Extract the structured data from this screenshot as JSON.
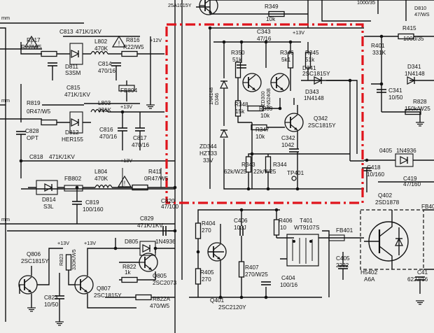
{
  "diagram": {
    "highlight_color": "#e0141c",
    "components": {
      "q_top": "25A1015Y",
      "r349": "R349",
      "r349_val": "10k",
      "r415": "R415",
      "r415_val": "1000/35",
      "d810": "D810",
      "d810_val": "47/WS",
      "r817": "R817",
      "r817_val": "R22/W5",
      "c813": "C813",
      "c813_val": "471K/1KV",
      "r816": "R816",
      "r816_val": "R22/W5",
      "r816_v": "+12V",
      "d811": "D811",
      "d811_val": "S3SM",
      "l802": "L802",
      "l802_val": "470K",
      "c814": "C814",
      "c814_val": "470/16",
      "fb804": "FB804",
      "c815": "C815",
      "c815_val": "471K/1KV",
      "r819": "R819",
      "r819_val": "0R47/W5",
      "d812": "D812",
      "d812_val": "HER155",
      "l803": "L803",
      "l803_val": "331K",
      "l803_v": "+13V",
      "c816": "C816",
      "c816_val": "470/16",
      "c817": "C817",
      "c817_val": "470/16",
      "c828": "C828",
      "c828_val": "OPT",
      "c818": "C818",
      "c818_val": "471K/1KV",
      "d814": "D814",
      "d814_val": "S3L",
      "fb802": "FB802",
      "l804": "L804",
      "l804_val": "470K",
      "l804_v": "+13V",
      "r411": "R411",
      "r411_val": "0R47/W5",
      "c819": "C819",
      "c819_val": "100/160",
      "c820": "C820",
      "c820_val": "47/100",
      "c829": "C829",
      "c829_val": "471K/1KV",
      "d805": "D805",
      "d805_val": "1N4936",
      "q806": "Q806",
      "q806_val": "2SC1815Y",
      "v13_a": "+13V",
      "v13_b": "+13V",
      "r823": "R823",
      "r823_val": "330K/W5",
      "r822": "R822",
      "r822_val": "1k",
      "q805": "Q805",
      "q805_val": "2SC2073",
      "c823": "C823",
      "c823_val": "10/50",
      "q807": "Q807",
      "q807_val": "2SC1815Y",
      "r822a": "R822A",
      "r822a_val": "470/W5",
      "c343": "C343",
      "c343_val": "47/16",
      "c343_v": "+13V",
      "r350": "R350",
      "r350_val": "51k",
      "r346": "R346",
      "r346_val": "5k1",
      "r345": "R345",
      "r345_val": "51k",
      "d341": "D341",
      "d341_val": "2SC1815Y",
      "d346": "D346",
      "d346_val": "1N4148",
      "zd300": "ZD300",
      "zd300_val": "1N5240B",
      "r348": "R348",
      "r348_val": "15k",
      "r339": "R339",
      "r339_val": "10k",
      "d343": "D343",
      "d343_val": "1N4148",
      "r347": "R347",
      "r347_val": "10k",
      "q342": "Q342",
      "q342_val": "2SC1815Y",
      "c342": "C342",
      "c342_val": "1042",
      "zd344": "ZD344",
      "zd344_val": "HZT33",
      "zd344_v": "33V",
      "r343": "R343",
      "r343_val": "62k/W25",
      "r344": "R344",
      "r344_val": "22k/W25",
      "tp401": "TP401",
      "r401": "R401",
      "r401_val": "331K",
      "d341r": "D341",
      "d341r_val": "1N4148",
      "c341": "C341",
      "c341_val": "10/50",
      "r828": "R828",
      "r828_val": "150k/W25",
      "d405": "0405",
      "d405_val": "1N4936",
      "c418": "C418",
      "c418_val": "10/160",
      "c419": "C419",
      "c419_val": "47/160",
      "q402": "Q402",
      "q402_val": "2SD1878",
      "fb40x": "FB40",
      "r404": "R404",
      "r404_val": "270",
      "c406": "C406",
      "c406_val": "103J",
      "r406": "R406",
      "r406_val": "10",
      "t401": "T401",
      "t401_val": "WT9107S",
      "fb401": "FB401",
      "r405": "R405",
      "r405_val": "270",
      "r407": "R407",
      "r407_val": "270/W25",
      "c404": "C404",
      "c404_val": "100/16",
      "c405": "C405",
      "c405_val": "2222",
      "q401": "Q401",
      "q401_val": "2SC2120Y",
      "h5402": "H5402",
      "h5402_val": "A6A",
      "c41x": "C41",
      "c41x_val": "622J/16",
      "mm_a": "mm",
      "mm_b": "mm",
      "mm_c": "mm"
    }
  }
}
